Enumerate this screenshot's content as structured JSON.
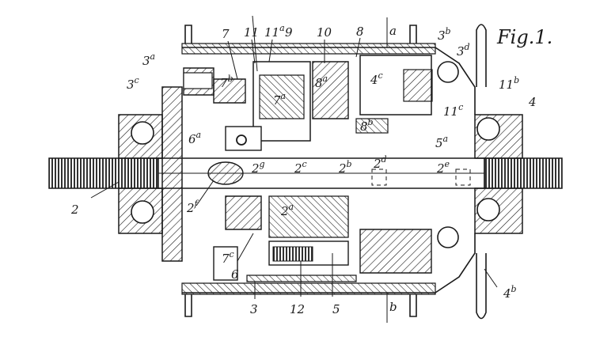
{
  "figure_title": "Fig.1.",
  "labels": [
    {
      "id": "a",
      "text": "a",
      "sup": ""
    },
    {
      "id": "b",
      "text": "b",
      "sup": ""
    },
    {
      "id": "2",
      "text": "2",
      "sup": ""
    },
    {
      "id": "2a",
      "text": "2",
      "sup": "a"
    },
    {
      "id": "2b",
      "text": "2",
      "sup": "b"
    },
    {
      "id": "2c",
      "text": "2",
      "sup": "c"
    },
    {
      "id": "2d",
      "text": "2",
      "sup": "d"
    },
    {
      "id": "2e",
      "text": "2",
      "sup": "e"
    },
    {
      "id": "2f",
      "text": "2",
      "sup": "f"
    },
    {
      "id": "2g",
      "text": "2",
      "sup": "g"
    },
    {
      "id": "3",
      "text": "3",
      "sup": ""
    },
    {
      "id": "3a",
      "text": "3",
      "sup": "a"
    },
    {
      "id": "3b",
      "text": "3",
      "sup": "b"
    },
    {
      "id": "3c",
      "text": "3",
      "sup": "c"
    },
    {
      "id": "3d",
      "text": "3",
      "sup": "d"
    },
    {
      "id": "4",
      "text": "4",
      "sup": ""
    },
    {
      "id": "4b",
      "text": "4",
      "sup": "b"
    },
    {
      "id": "4c",
      "text": "4",
      "sup": "c"
    },
    {
      "id": "5",
      "text": "5",
      "sup": ""
    },
    {
      "id": "5a",
      "text": "5",
      "sup": "a"
    },
    {
      "id": "6",
      "text": "6",
      "sup": ""
    },
    {
      "id": "6a",
      "text": "6",
      "sup": "a"
    },
    {
      "id": "7",
      "text": "7",
      "sup": ""
    },
    {
      "id": "7a",
      "text": "7",
      "sup": "a"
    },
    {
      "id": "7b",
      "text": "7",
      "sup": "b"
    },
    {
      "id": "7c",
      "text": "7",
      "sup": "c"
    },
    {
      "id": "8",
      "text": "8",
      "sup": ""
    },
    {
      "id": "8a",
      "text": "8",
      "sup": "a"
    },
    {
      "id": "8b",
      "text": "8",
      "sup": "b"
    },
    {
      "id": "9",
      "text": "9",
      "sup": ""
    },
    {
      "id": "10",
      "text": "10",
      "sup": ""
    },
    {
      "id": "11",
      "text": "11",
      "sup": ""
    },
    {
      "id": "11a",
      "text": "11",
      "sup": "a"
    },
    {
      "id": "11b",
      "text": "11",
      "sup": "b"
    },
    {
      "id": "11c",
      "text": "11",
      "sup": "c"
    },
    {
      "id": "12",
      "text": "12",
      "sup": ""
    }
  ]
}
